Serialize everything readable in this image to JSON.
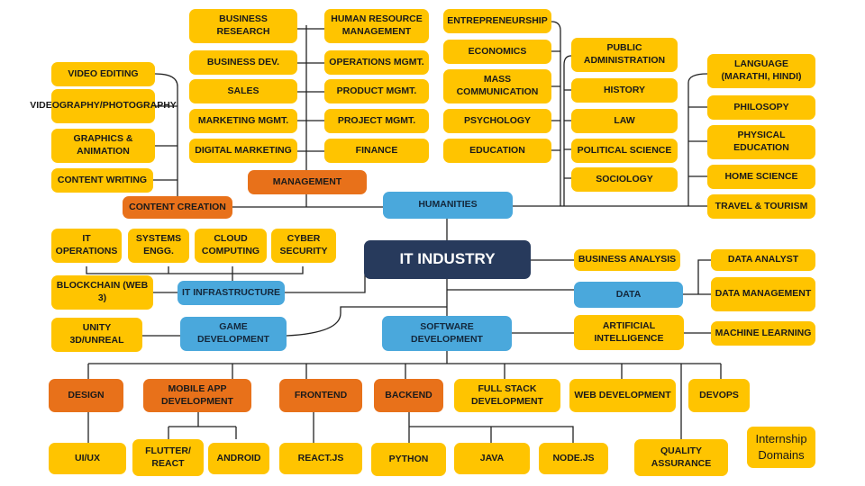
{
  "center": "IT INDUSTRY",
  "hubs": {
    "humanities": "HUMANITIES",
    "management": "MANAGEMENT",
    "content_creation": "CONTENT CREATION",
    "it_infrastructure": "IT INFRASTRUCTURE",
    "game_development": "GAME DEVELOPMENT",
    "software_development": "SOFTWARE DEVELOPMENT",
    "data": "DATA",
    "artificial_intelligence": "ARTIFICIAL INTELLIGENCE",
    "design": "DESIGN",
    "mobile_app": "MOBILE APP DEVELOPMENT",
    "frontend": "FRONTEND",
    "backend": "BACKEND"
  },
  "management_items": [
    "BUSINESS RESEARCH",
    "BUSINESS DEV.",
    "SALES",
    "MARKETING MGMT.",
    "DIGITAL MARKETING",
    "HUMAN RESOURCE MANAGEMENT",
    "OPERATIONS MGMT.",
    "PRODUCT MGMT.",
    "PROJECT MGMT.",
    "FINANCE"
  ],
  "humanities_items": [
    "ENTREPRENEURSHIP",
    "ECONOMICS",
    "MASS COMMUNICATION",
    "PSYCHOLOGY",
    "EDUCATION",
    "PUBLIC ADMINISTRATION",
    "HISTORY",
    "LAW",
    "POLITICAL SCIENCE",
    "SOCIOLOGY",
    "LANGUAGE (MARATHI, HINDI)",
    "PHILOSOPY",
    "PHYSICAL EDUCATION",
    "HOME SCIENCE",
    "TRAVEL & TOURISM"
  ],
  "content_items": [
    "VIDEO EDITING",
    "VIDEOGRAPHY/PHOTOGRAPHY",
    "GRAPHICS & ANIMATION",
    "CONTENT WRITING"
  ],
  "infra_items": [
    "IT OPERATIONS",
    "SYSTEMS ENGG.",
    "CLOUD COMPUTING",
    "CYBER SECURITY",
    "BLOCKCHAIN (WEB 3)"
  ],
  "game_items": [
    "UNITY 3D/UNREAL"
  ],
  "data_items": [
    "BUSINESS ANALYSIS",
    "DATA ANALYST",
    "DATA MANAGEMENT",
    "MACHINE LEARNING"
  ],
  "software_items": [
    "FULL STACK DEVELOPMENT",
    "WEB DEVELOPMENT",
    "DEVOPS",
    "QUALITY ASSURANCE"
  ],
  "leaf_items": [
    "UI/UX",
    "FLUTTER/ REACT",
    "ANDROID",
    "REACT.JS",
    "PYTHON",
    "JAVA",
    "NODE.JS"
  ],
  "legend": "Internship Domains",
  "colors": {
    "leaf": "#ffc400",
    "subhub": "#e8711a",
    "hub": "#4aa8dc",
    "center": "#273a5c",
    "line": "#222222"
  }
}
